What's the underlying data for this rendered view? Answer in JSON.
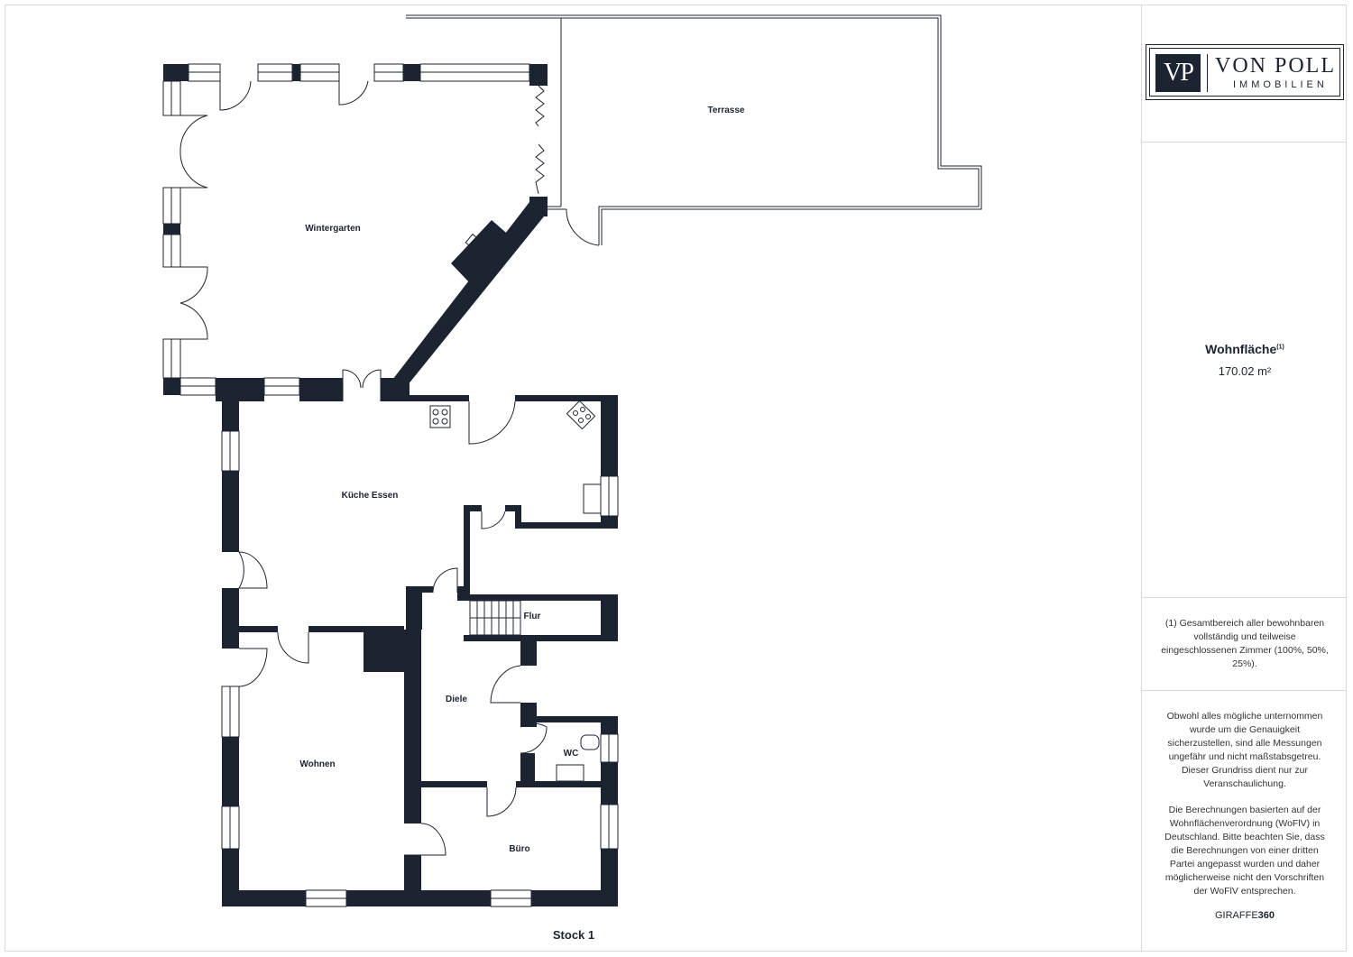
{
  "rooms": {
    "terrasse": "Terrasse",
    "wintergarten": "Wintergarten",
    "kueche_essen": "Küche Essen",
    "flur": "Flur",
    "diele": "Diele",
    "wc": "WC",
    "wohnen": "Wohnen",
    "buero": "Büro"
  },
  "floor_label": "Stock 1",
  "sidebar": {
    "logo_mark": "VP",
    "logo_name": "VON POLL",
    "logo_sub": "IMMOBILIEN",
    "area_title": "Wohnfläche",
    "area_footnote": "(1)",
    "area_value": "170.02 m²",
    "footnote_text": "(1) Gesamtbereich aller bewohnbaren vollständig und teilweise eingeschlossenen Zimmer (100%, 50%, 25%).",
    "disclaimer": "Obwohl alles mögliche unternommen wurde um die Genauigkeit sicherzustellen, sind alle Messungen ungefähr und nicht maßstabsgetreu. Dieser Grundriss dient nur zur Veranschaulichung.",
    "calculation_note": "Die Berechnungen basierten auf der Wohnflächenverordnung (WoFlV) in Deutschland. Bitte beachten Sie, dass die Berechnungen von einer dritten Partei angepasst wurden und daher möglicherweise nicht den Vorschriften der WoFlV entsprechen.",
    "brand_light": "GIRAFFE",
    "brand_bold": "360"
  },
  "colors": {
    "wall": "#1c2331",
    "line": "#1c2331",
    "border": "#d9d9d9"
  }
}
